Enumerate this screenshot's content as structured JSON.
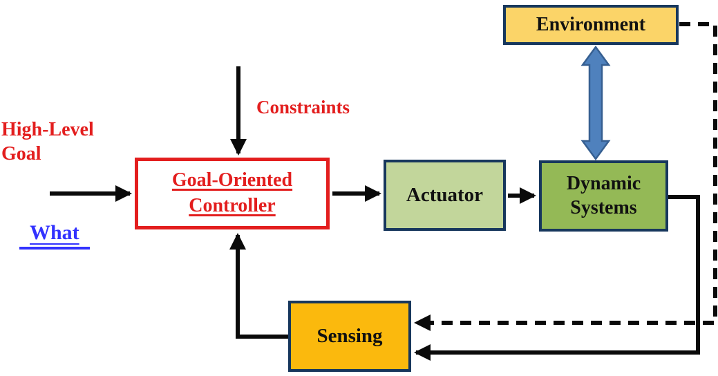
{
  "nodes": {
    "environment": {
      "label": "Environment"
    },
    "goal_oriented_controller": {
      "label": "Goal-Oriented\nController"
    },
    "actuator": {
      "label": "Actuator"
    },
    "dynamic_systems": {
      "label": "Dynamic\nSystems"
    },
    "sensing": {
      "label": "Sensing"
    }
  },
  "annotations": {
    "high_level_goal": "High-Level\nGoal",
    "constraints": "Constraints",
    "what": "What"
  },
  "edges": [
    "high-level-goal -> goal-oriented-controller (solid arrow)",
    "constraints -> goal-oriented-controller (solid arrow)",
    "goal-oriented-controller -> actuator (solid arrow)",
    "actuator -> dynamic-systems (solid arrow)",
    "environment <-> dynamic-systems (blue double arrow)",
    "environment -> sensing (dashed arrow)",
    "dynamic-systems -> sensing (solid arrow)",
    "sensing -> goal-oriented-controller (solid arrow)"
  ],
  "colors": {
    "red_accent": "#e31e1e",
    "blue_text": "#3232ff",
    "navy_border": "#17375d",
    "environment_fill": "#fbd468",
    "actuator_fill": "#c2d69b",
    "dynamic_systems_fill": "#94b956",
    "sensing_fill": "#fbb90d",
    "line_color": "#0a0a0a",
    "double_arrow_fill": "#4f81bd",
    "double_arrow_stroke": "#365f91"
  }
}
